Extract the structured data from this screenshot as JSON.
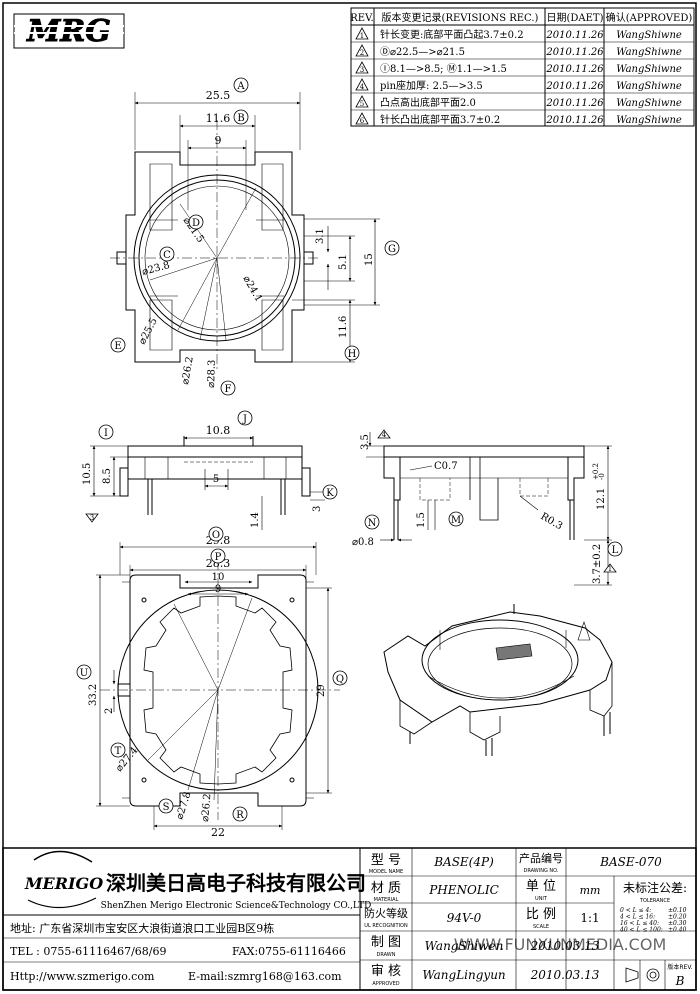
{
  "logo": {
    "text": "MRG"
  },
  "revisions": {
    "headers": {
      "rev": "REV.",
      "record": "版本变更记录(REVISIONS REC.)",
      "date": "日期(DAET)",
      "approved": "确认(APPROVED)"
    },
    "rows": [
      {
        "mark": "1",
        "text": "针长变更:底部平面凸起3.7±0.2",
        "date": "2010.11.26",
        "by": "WangShiwne"
      },
      {
        "mark": "2",
        "text": "Ⓓ⌀22.5—>⌀21.5",
        "date": "2010.11.26",
        "by": "WangShiwne"
      },
      {
        "mark": "3",
        "text": "Ⓘ8.1—>8.5; Ⓜ1.1—>1.5",
        "date": "2010.11.26",
        "by": "WangShiwne"
      },
      {
        "mark": "4",
        "text": "pin座加厚: 2.5—>3.5",
        "date": "2010.11.26",
        "by": "WangShiwne"
      },
      {
        "mark": "5",
        "text": "凸点高出底部平面2.0",
        "date": "2010.11.26",
        "by": "WangShiwne"
      },
      {
        "mark": "6",
        "text": "针长凸出底部平面3.7±0.2",
        "date": "2010.11.26",
        "by": "WangShiwne"
      }
    ]
  },
  "top_view": {
    "dims": [
      "25.5",
      "11.6",
      "9",
      "3.1",
      "5.1",
      "15",
      "11.6",
      "⌀21.5",
      "⌀23.8",
      "⌀24.1",
      "⌀25.5",
      "⌀26.2",
      "⌀28.3"
    ],
    "labels": [
      "A",
      "B",
      "C",
      "D",
      "E",
      "F",
      "G",
      "H"
    ]
  },
  "side_view": {
    "dims": [
      "10.8",
      "10.5",
      "8.5",
      "5",
      "1.4",
      "3"
    ],
    "labels": [
      "I",
      "J",
      "K"
    ],
    "flag": "3"
  },
  "section_view": {
    "dims": [
      "3.5",
      "C0.7",
      "1.5",
      "R0.3",
      "12.1",
      "+0.2",
      "-0",
      "⌀0.8",
      "3.7±0.2"
    ],
    "labels": [
      "M",
      "N",
      "L"
    ],
    "flags": [
      "4",
      "1"
    ]
  },
  "bottom_view": {
    "dims": [
      "29.8",
      "28.3",
      "10",
      "9",
      "33.2",
      "2",
      "29",
      "⌀27.4",
      "⌀27.8",
      "⌀26.2",
      "22"
    ],
    "labels": [
      "O",
      "P",
      "U",
      "Q",
      "T",
      "S",
      "R"
    ]
  },
  "title_block": {
    "company_cn": "深圳美日高电子科技有限公司",
    "company_en": "ShenZhen Merigo Electronic Science&Technology CO.,LTD",
    "brand": "MERIGO",
    "address": "地址: 广东省深圳市宝安区大浪街道浪口工业园B区9栋",
    "tel": "TEL : 0755-61116467/68/69",
    "fax": "FAX:0755-61116466",
    "http": "Http://www.szmerigo.com",
    "email": "E-mail:szmrg168@163.com",
    "model_label": "型 号",
    "model_label_en": "MODEL NAME",
    "model_value": "BASE(4P)",
    "drawing_no_label": "产品编号",
    "drawing_no_label_en": "DRAWING NO.",
    "drawing_no_value": "BASE-070",
    "material_label": "材 质",
    "material_label_en": "MATERIAL",
    "material_value": "PHENOLIC",
    "unit_label": "单 位",
    "unit_label_en": "UNIT",
    "unit_value": "mm",
    "tolerance_label": "未标注公差:",
    "tolerance_label_en": "TOLERANCE",
    "flame_label": "防火等级",
    "flame_label_en": "UL RECOGNITION",
    "flame_value": "94V-0",
    "scale_label": "比 例",
    "scale_label_en": "SCALE",
    "scale_value": "1:1",
    "tolerances": [
      {
        "range": "0 < L ≤ 4:",
        "value": "±0.10"
      },
      {
        "range": "4 < L ≤ 16:",
        "value": "±0.20"
      },
      {
        "range": "16 < L ≤ 40:",
        "value": "±0.30"
      },
      {
        "range": "40 < L ≤ 100:",
        "value": "±0.40"
      }
    ],
    "drawn_label": "制 图",
    "drawn_label_en": "DRAWN",
    "drawn_by": "WangShiwen",
    "drawn_date": "2010.03.13",
    "approved_label": "审 核",
    "approved_label_en": "APPROVED",
    "approved_by": "WangLingyun",
    "approved_date": "2010.03.13",
    "rev_label": "版本REV.",
    "rev_value": "B"
  },
  "watermark": "WWW.FUNXUNMEDIA.COM"
}
